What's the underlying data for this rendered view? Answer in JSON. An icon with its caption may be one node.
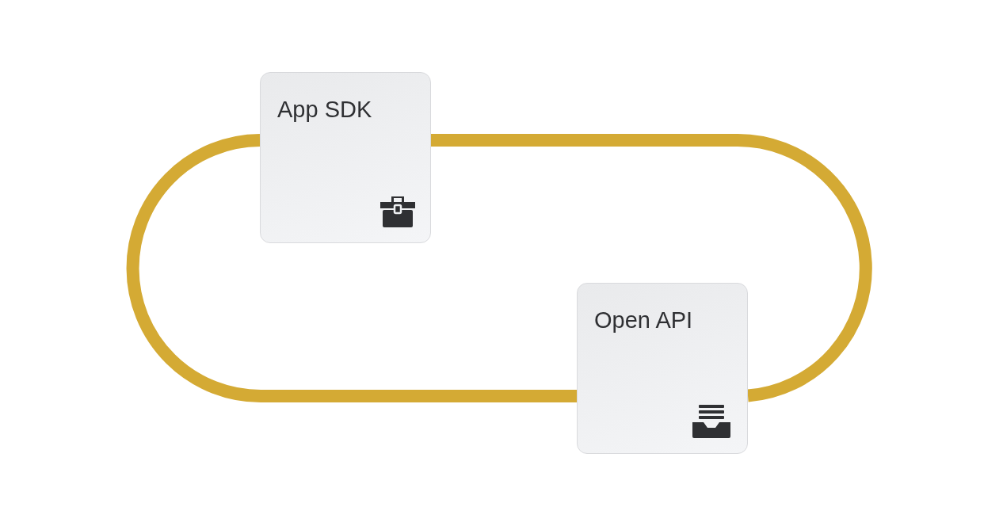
{
  "diagram": {
    "nodes": [
      {
        "text": [
          "App SDK"
        ]
      },
      {
        "text": [
          "Open API"
        ]
      }
    ],
    "edges": [
      {
        "from": 0,
        "to": 1,
        "arrow": "none"
      },
      {
        "from": 1,
        "to": 0,
        "arrow": "none"
      }
    ]
  }
}
